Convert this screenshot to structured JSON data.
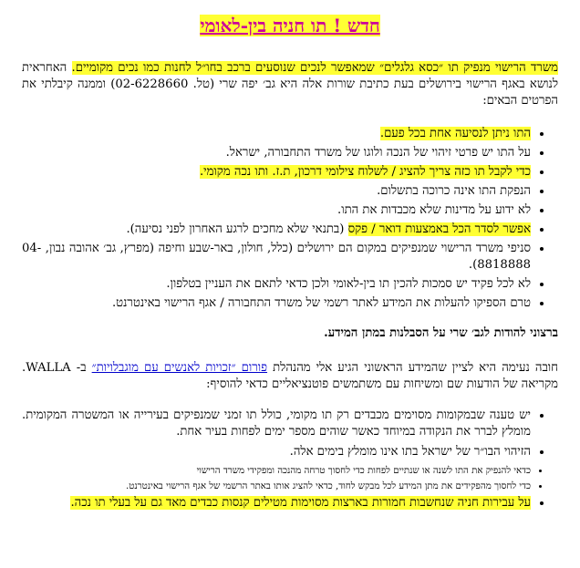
{
  "title": "חדש ! תו חניה בין-לאומי",
  "intro": {
    "highlighted": "משרד הרישוי מנפיק תו ״כסא גלגלים״ שמאפשר לנכים שנוסעים ברכב בחו״ל לחנות כמו נכים מקומיים.",
    "rest": " האחראית לנושא באגף הרישוי בירושלים בעת כתיבת שורות אלה היא גב׳ יפה שרי (טל. 02-6228660) וממנה קיבלתי את הפרטים הבאים:"
  },
  "items": [
    {
      "text": "התו ניתן לנסיעה אחת בכל פעם.",
      "highlight": true
    },
    {
      "text": "על התו יש פרטי זיהוי של הנכה ולוגו של משרד התחבורה, ישראל.",
      "highlight": false
    },
    {
      "text": "כדי לקבל תו כזה צריך להציג / לשלוח צילומי דרכון, ת.ז. ותו נכה מקומי.",
      "highlight": true
    },
    {
      "text": "הנפקת התו אינה כרוכה בתשלום.",
      "highlight": false
    },
    {
      "text": "לא ידוע על מדינות שלא מכבדות את התו.",
      "highlight": false
    },
    {
      "text": "אפשר לסדר הכל באמצעות דואר / פקס",
      "highlight": true,
      "suffix": " (בתנאי שלא מחכים לרגע האחרון לפני נסיעה)."
    },
    {
      "text": "סניפי משרד הרישוי שמנפיקים במקום הם ירושלים (כלל, חולון, באר-שבע וחיפה (מפרץ, גב׳ אהובה נבון, 04-8818888).",
      "highlight": false
    },
    {
      "text": "לא לכל פקיד יש סמכות להכין תו בין-לאומי ולכן כדאי לתאם את העניין בטלפון.",
      "highlight": false
    },
    {
      "text": "טרם הספיקו להעלות את המידע לאתר רשמי של משרד התחבורה / אגף הרישוי באינטרנט.",
      "highlight": false
    }
  ],
  "subhead": "ברצוני להודות לגב׳ שרי על הסבלנות במתן המידע.",
  "body2": {
    "before": "חובה נעימה היא לציין שהמידע הראשוני הגיע אלי מהנהלת ",
    "link": "פורום ״זכויות לאנשים עם מוגבלויות״",
    "after": " ב- WALLA. מקריאה של הודעות שם ומשיחות עם משתמשים פוטנציאליים כדאי להוסיף:"
  },
  "items2": [
    {
      "text": "יש טענה שבמקומות מסוימים מכבדים רק תו מקומי, כולל תו זמני שמנפיקים בעירייה או המשטרה המקומית. מומלץ לברר את הנקודה במיוחד כאשר שוהים מספר ימים לפחות בעיר אחת.",
      "small": false
    },
    {
      "text": "הזיהוי הבו״ר של ישראל בתו אינו מומלץ בימים אלה.",
      "small": false
    },
    {
      "text": "כדאי להנפיק את התו לשנה או שנתיים לפחות כדי לחסוך טרחה מהנכה ומפקידי משרד הרישוי",
      "small": true
    },
    {
      "text": "כדי לחסוך מהפקידים את מתן המידע לכל מבקש לחוד, כדאי להציג אותו באתר הרשמי של אגף הרישוי באינטרנט.",
      "small": true
    }
  ],
  "final": "על עבירות חניה שנחשבות חמורות בארצות מסוימות מטילים קנסות כבדים מאד גם על בעלי תו נכה."
}
